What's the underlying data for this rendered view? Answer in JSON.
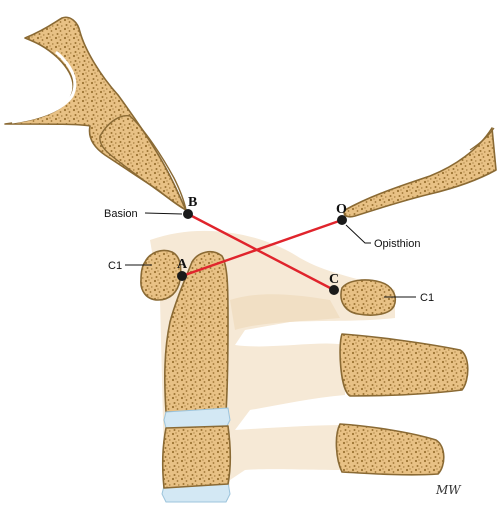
{
  "points": {
    "basion": "B",
    "clivus_tip": "A",
    "c1_posterior": "C",
    "opisthion": "O"
  },
  "labels": {
    "basion": "Basion",
    "opisthion": "Opisthion",
    "c1_left": "C1",
    "c1_right": "C1"
  },
  "artist_mark": "MW",
  "colors": {
    "bone_fill": "#ecc993",
    "bone_stroke": "#8a6a34",
    "marrow": "#9c7434",
    "soft_tissue": "#f6e9d6",
    "disc": "#d3e8f4",
    "line_red": "#e0242c",
    "point": "#1a1a1a"
  }
}
